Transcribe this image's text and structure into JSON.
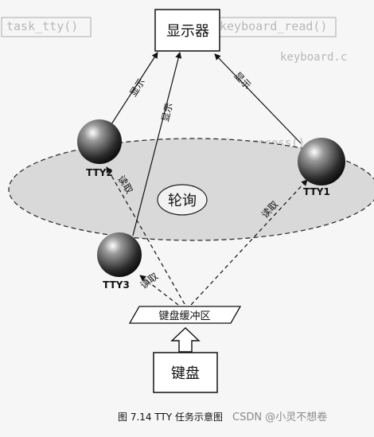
{
  "diagram": {
    "display_box": "显示器",
    "center_label": "轮询",
    "keyboard_buffer": "键盘缓冲区",
    "keyboard": "键盘",
    "nodes": {
      "tty1": "TTY1",
      "tty2": "TTY2",
      "tty3": "TTY3"
    },
    "edge_labels": {
      "display_tty2": "显示",
      "display_tty3": "显示",
      "display_tty1": "显示",
      "read_tty2": "读取",
      "read_tty3": "读取",
      "read_tty1": "读取"
    },
    "caption": "图 7.14  TTY 任务示意图",
    "watermark": "CSDN @小灵不想卷"
  },
  "background_code": {
    "task_tty": "task_tty()",
    "keyboard_read": "keyboard_read()",
    "keyboard_c": "keyboard.c",
    "in_process": "in_process()"
  },
  "colors": {
    "background": "#f6f6f6",
    "ellipse_fill": "#d9d9d9",
    "line": "#111111"
  }
}
